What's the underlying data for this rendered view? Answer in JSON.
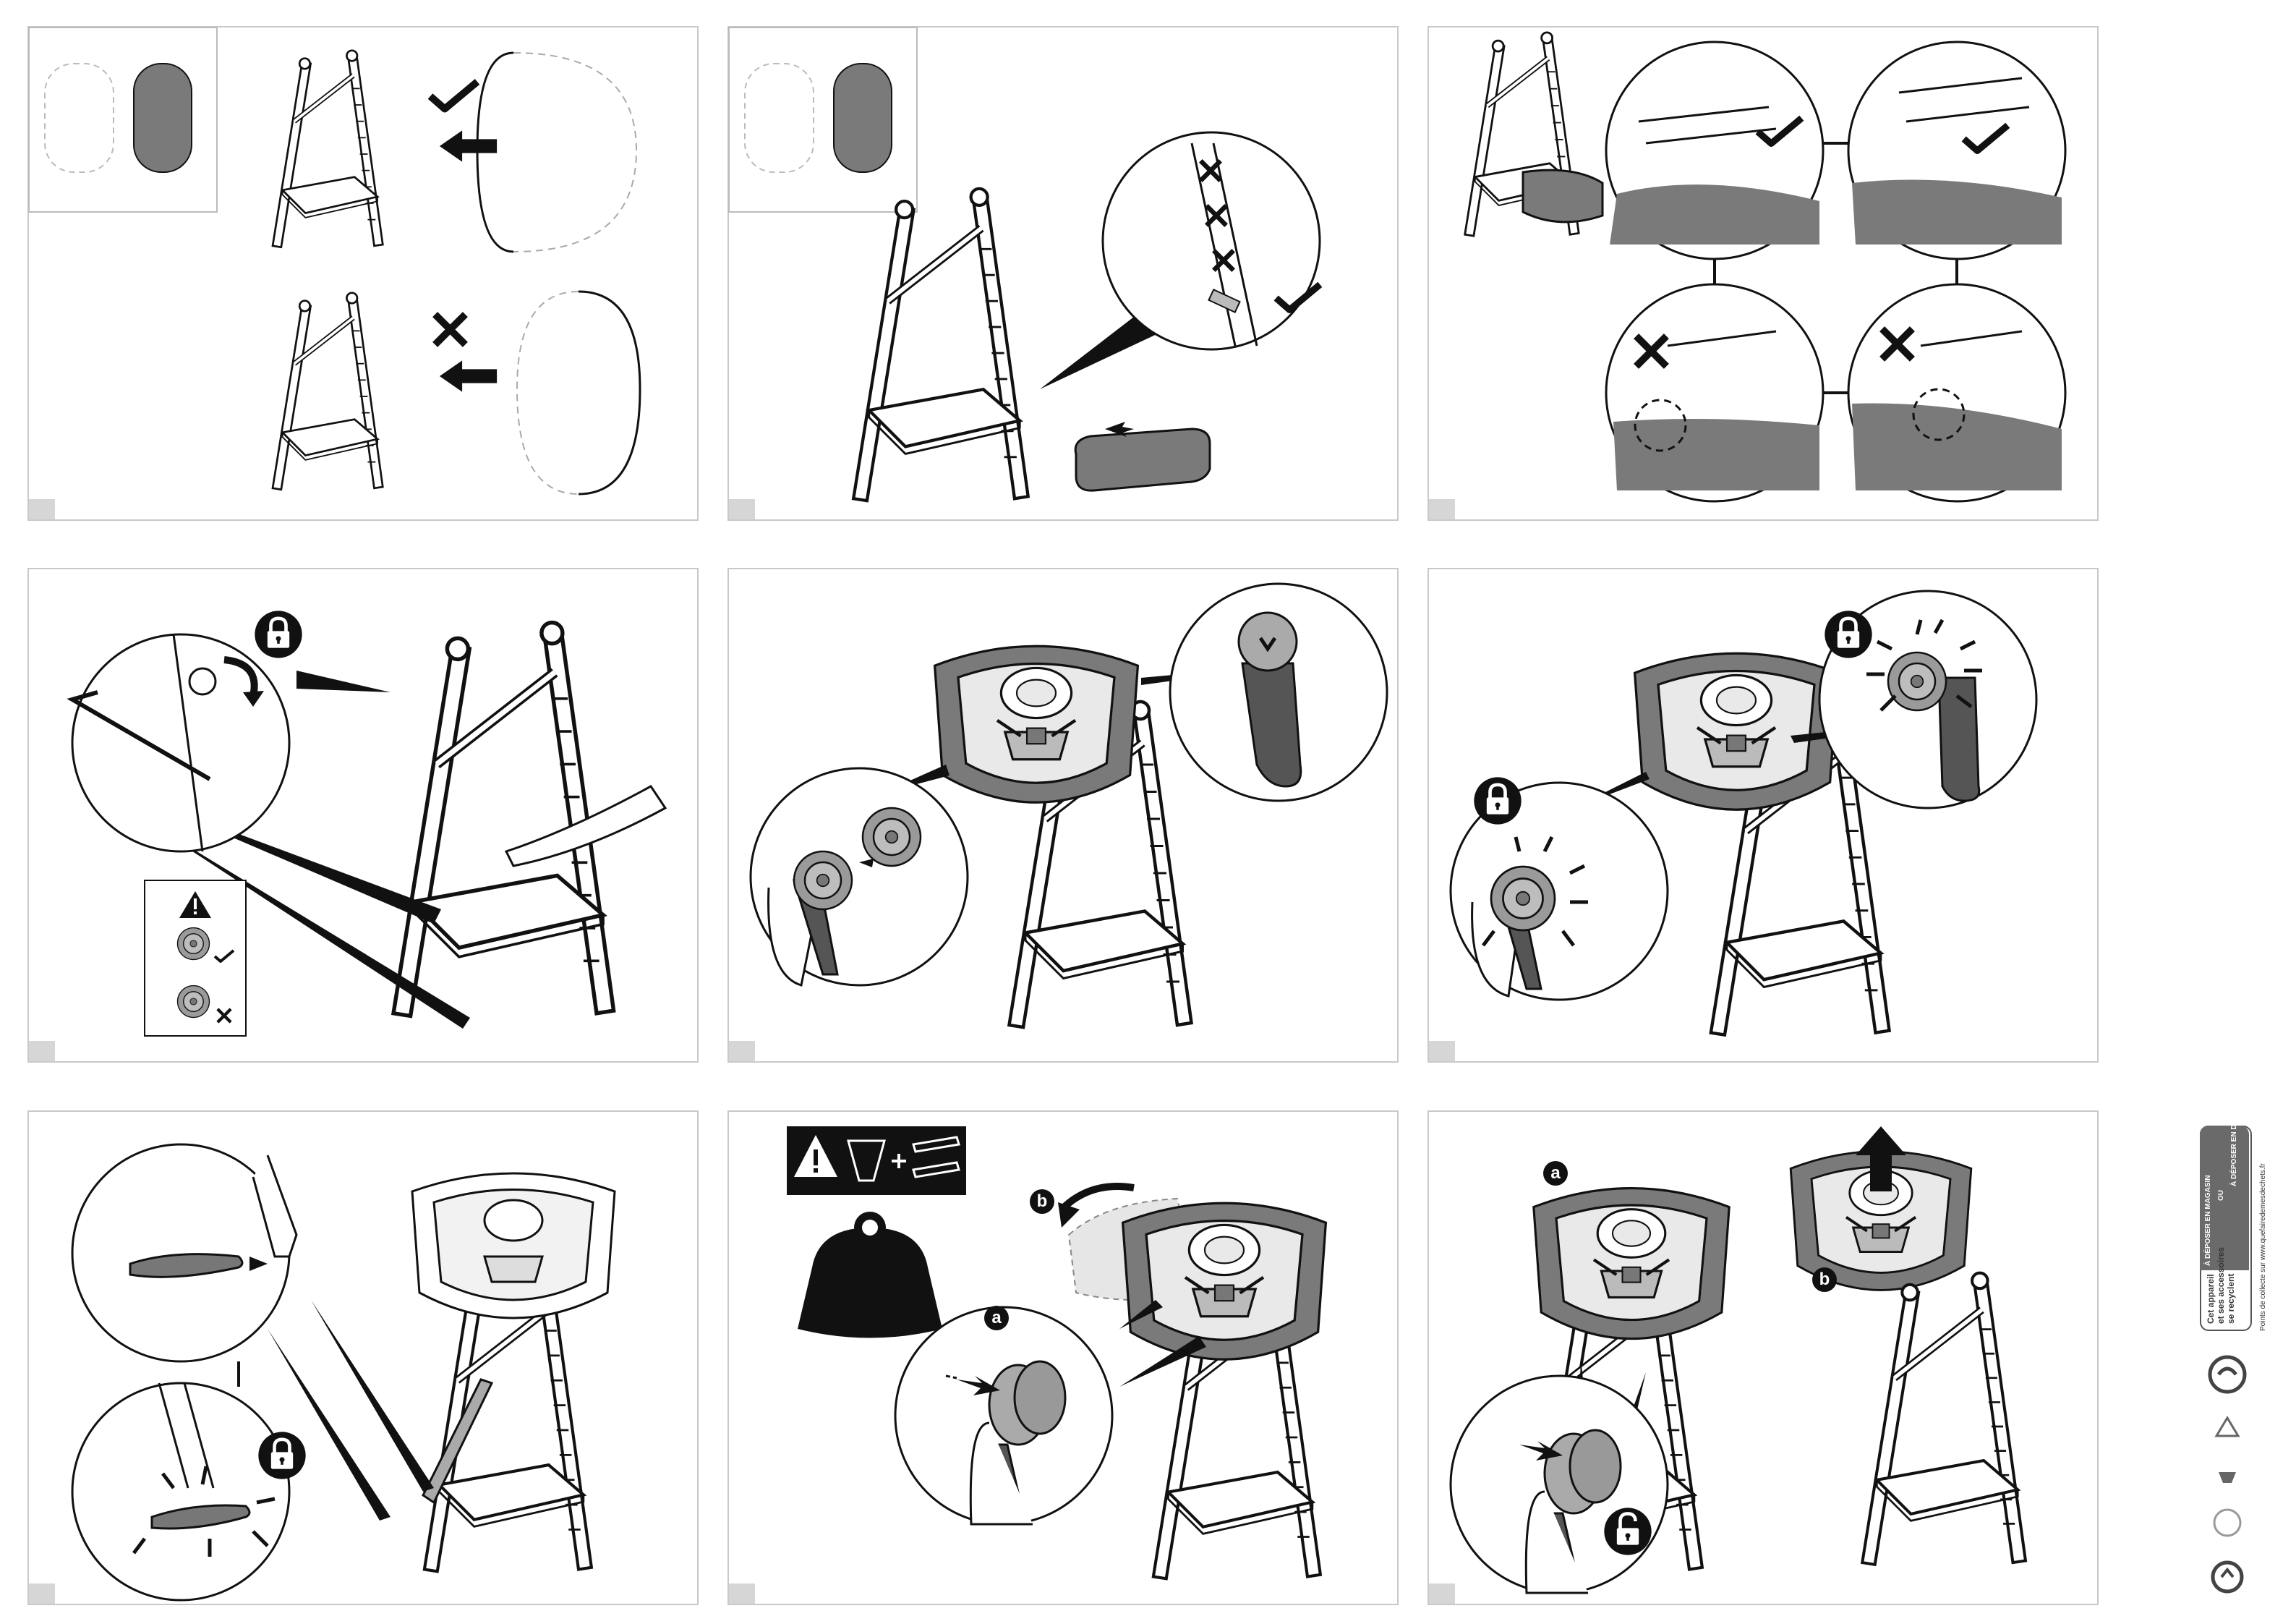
{
  "panels": [
    {
      "id": "step-1"
    },
    {
      "id": "step-2"
    },
    {
      "id": "step-3"
    },
    {
      "id": "step-4"
    },
    {
      "id": "step-5"
    },
    {
      "id": "step-6"
    },
    {
      "id": "step-7"
    },
    {
      "id": "step-8",
      "labels": {
        "a": "a",
        "b": "b"
      }
    },
    {
      "id": "step-9",
      "labels": {
        "a": "a",
        "b": "b"
      }
    }
  ],
  "triman": {
    "line1": "Cet appareil",
    "line2": "et ses accessoires",
    "line3": "se recyclent",
    "option1": "À DÉPOSER EN MAGASIN",
    "or": "OU",
    "option2": "À DÉPOSER EN DÉCHETTERIE",
    "url": "Points de collecte sur www.quefairedemesdechets.fr"
  },
  "icons": [
    "check-icon",
    "cross-icon",
    "arrow-left-icon",
    "lock-icon",
    "unlock-icon",
    "warning-icon",
    "weight-icon",
    "recycle-icon"
  ]
}
